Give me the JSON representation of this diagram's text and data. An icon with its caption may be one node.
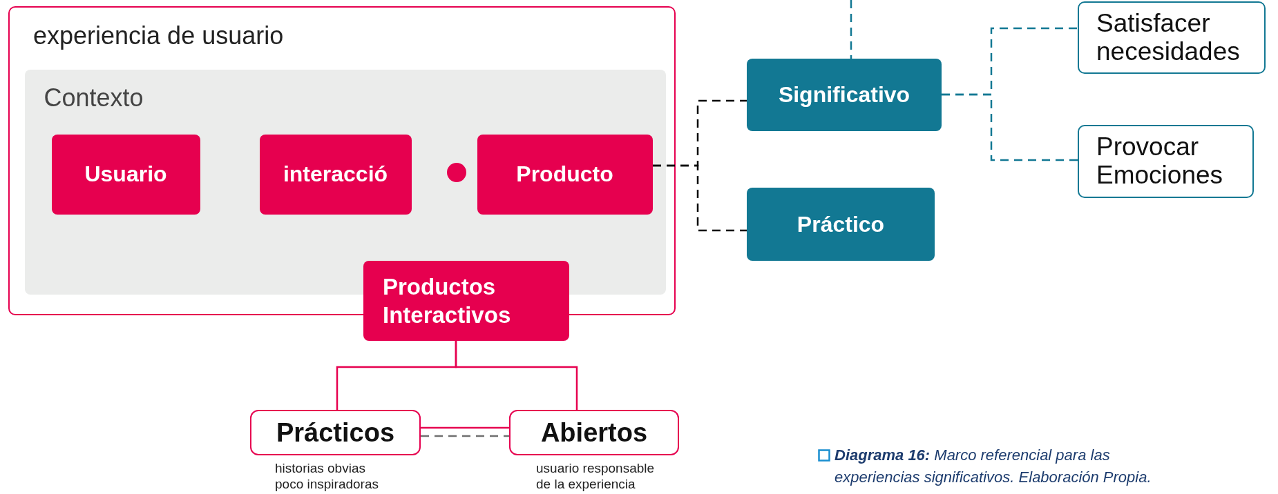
{
  "diagram": {
    "caption": "**Diagrama 16:**  Marco referencial para las experiencias significativos.  Elaboración Propia.",
    "nodes": [
      {
        "text": [
          "experiencia de usuario"
        ]
      },
      {
        "text": [
          "Contexto"
        ],
        "in": 0
      },
      {
        "text": [
          "Usuario"
        ],
        "in": 1
      },
      {
        "text": [
          "interacció"
        ],
        "in": 1
      },
      {
        "text": [],
        "shape": "circle",
        "in": 1
      },
      {
        "text": [
          "Producto"
        ],
        "in": 1
      },
      {
        "text": [
          "Productos Interactivos"
        ]
      },
      {
        "text": [
          "Significativo"
        ]
      },
      {
        "text": [
          "Práctico"
        ]
      },
      {
        "text": [
          "Satisfacer necesidades"
        ]
      },
      {
        "text": [
          "Provocar Emociones"
        ]
      },
      {
        "text": [
          "Prácticos"
        ],
        "beside": [
          "historias obvias poco inspiradoras"
        ]
      },
      {
        "text": [
          "Abiertos"
        ],
        "beside": [
          "usuario responsable de la experiencia"
        ]
      }
    ],
    "edges": [
      {
        "from": 5,
        "to": 7,
        "arrow": "none",
        "style": "dashed",
        "color": "#000000"
      },
      {
        "from": 5,
        "to": 8,
        "arrow": "none",
        "style": "dashed",
        "color": "#000000"
      },
      {
        "from": 7,
        "to": 9,
        "arrow": "none",
        "style": "dashed",
        "color": "#127893"
      },
      {
        "from": 7,
        "to": 10,
        "arrow": "none",
        "style": "dashed",
        "color": "#127893"
      },
      {
        "from": null,
        "to": 7,
        "arrow": "none",
        "style": "dashed",
        "color": "#127893"
      },
      {
        "from": 6,
        "to": 11,
        "arrow": "none",
        "color": "#e6004f"
      },
      {
        "from": 6,
        "to": 12,
        "arrow": "none",
        "color": "#e6004f"
      },
      {
        "from": 11,
        "to": 12,
        "arrow": "none",
        "color": "#e6004f"
      },
      {
        "from": 11,
        "to": 12,
        "arrow": "none",
        "style": "dashed",
        "color": "#707070"
      }
    ]
  }
}
